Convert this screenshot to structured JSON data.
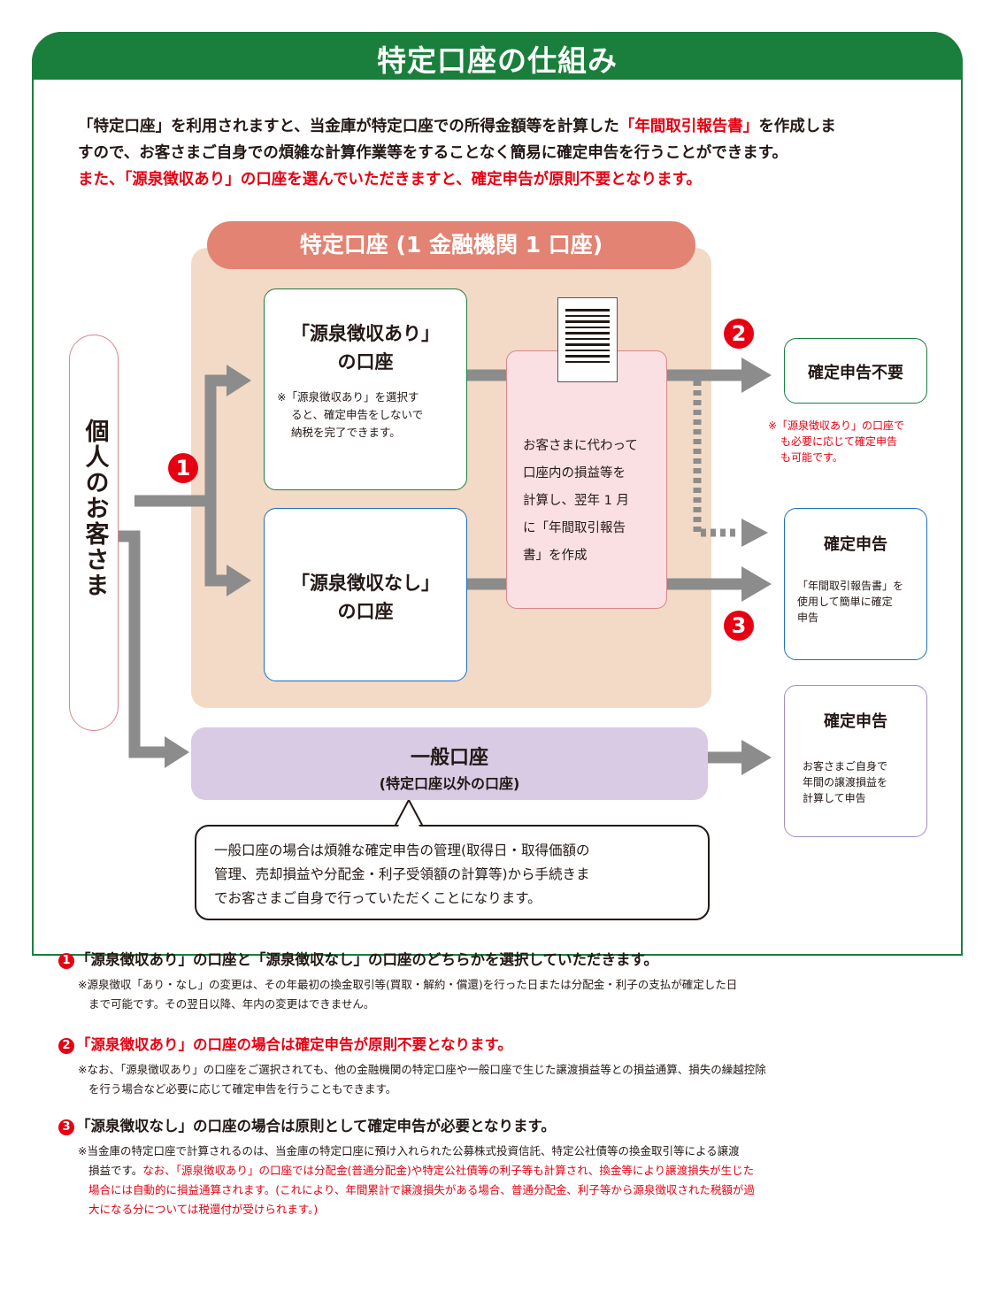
{
  "title": "特定口座の仕組み",
  "intro": {
    "line1_a": "「特定口座」を利用されますと、当金庫が特定口座での所得金額等を計算した",
    "line1_red": "「年間取引報告書」",
    "line1_b": "を作成しま",
    "line2": "すので、お客さまご自身での煩雑な計算作業等をすることなく簡易に確定申告を行うことができます。",
    "line3_red": "また、「源泉徴収あり」の口座を選んでいただきますと、確定申告が原則不要となります。"
  },
  "panel_tab": "特定口座 (1 金融機関 1 口座)",
  "person": "個人のお客さま",
  "accounts": {
    "with_tax": {
      "title1": "「源泉徴収あり」",
      "title2": "の口座",
      "note1": "※「源泉徴収あり」を選択す",
      "note2": "ると、確定申告をしないで",
      "note3": "納税を完了できます。"
    },
    "without_tax": {
      "title1": "「源泉徴収なし」",
      "title2": "の口座"
    }
  },
  "center": {
    "line1": "お客さまに代わって",
    "line2": "口座内の損益等を",
    "line3": "計算し、翌年 1 月",
    "line4": "に「年間取引報告",
    "line5": "書」を作成"
  },
  "general": {
    "title": "一般口座",
    "subtitle": "(特定口座以外の口座)"
  },
  "bubble": {
    "line1": "一般口座の場合は煩雑な確定申告の管理(取得日・取得価額の",
    "line2": "管理、売却損益や分配金・利子受領額の計算等)から手続きま",
    "line3": "でお客さまご自身で行っていただくことになります。"
  },
  "results": {
    "no_filing": "確定申告不要",
    "no_filing_note1": "※「源泉徴収あり」の口座で",
    "no_filing_note2": "も必要に応じて確定申告",
    "no_filing_note3": "も可能です。",
    "filing_title": "確定申告",
    "filing_note1": "「年間取引報告書」を",
    "filing_note2": "使用して簡単に確定",
    "filing_note3": "申告",
    "general_title": "確定申告",
    "general_note1": "お客さまご自身で",
    "general_note2": "年間の譲渡損益を",
    "general_note3": "計算して申告"
  },
  "markers": {
    "m1": "1",
    "m2": "2",
    "m3": "3"
  },
  "footnotes": {
    "f1_head": "「源泉徴収あり」の口座と「源泉徴収なし」の口座のどちらかを選択していただきます。",
    "f1_body1": "※源泉徴収「あり・なし」の変更は、その年最初の換金取引等(買取・解約・償還)を行った日または分配金・利子の支払が確定した日",
    "f1_body2": "まで可能です。その翌日以降、年内の変更はできません。",
    "f2_head": "「源泉徴収あり」の口座の場合は確定申告が原則不要となります。",
    "f2_body1": "※なお、「源泉徴収あり」の口座をご選択されても、他の金融機関の特定口座や一般口座で生じた譲渡損益等との損益通算、損失の繰越控除",
    "f2_body2": "を行う場合など必要に応じて確定申告を行うこともできます。",
    "f3_head": "「源泉徴収なし」の口座の場合は原則として確定申告が必要となります。",
    "f3_body1": "※当金庫の特定口座で計算されるのは、当金庫の特定口座に預け入れられた公募株式投資信託、特定公社債等の換金取引等による譲渡",
    "f3_body2a": "損益です。",
    "f3_body2b": "なお、「源泉徴収あり」の口座では分配金(普通分配金)や特定公社債等の利子等も計算され、換金等により譲渡損失が生じた",
    "f3_body3": "場合には自動的に損益通算されます。(これにより、年間累計で譲渡損失がある場合、普通分配金、利子等から源泉徴収された税額が過",
    "f3_body4": "大になる分については税還付が受けられます。)"
  }
}
